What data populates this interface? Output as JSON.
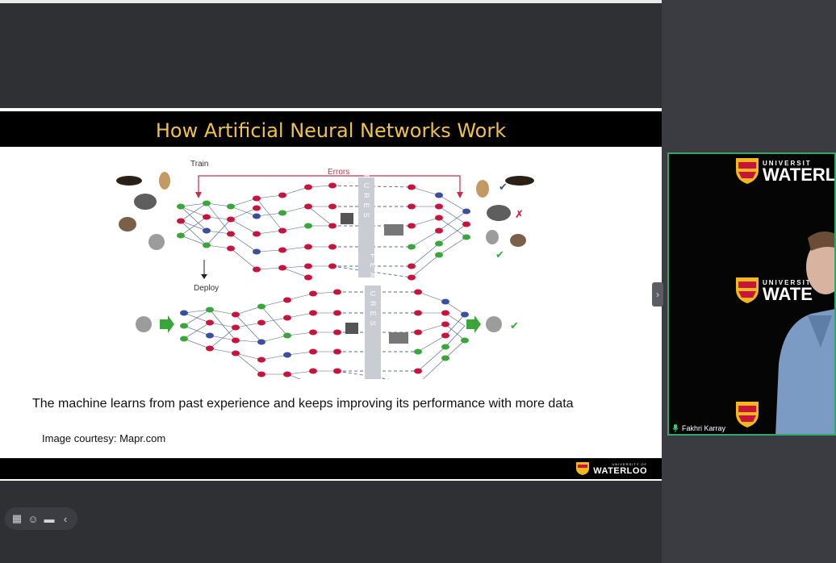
{
  "slide": {
    "title": "How Artificial Neural Networks Work",
    "body_text": "The machine learns from past experience and keeps improving its performance with more data",
    "credit": "Image courtesy: Mapr.com",
    "footer_logo": {
      "uni": "UNIVERSITY OF",
      "name": "WATERLOO"
    }
  },
  "figure": {
    "train_label": "Train",
    "errors_label": "Errors",
    "deploy_label": "Deploy",
    "features_label": "FEATURES"
  },
  "video": {
    "participant_name": "Fakhri Karray",
    "logo_uni": "UNIVERSIT",
    "logo_name": "WATERLO",
    "logo_name_short": "WATE"
  },
  "colors": {
    "title_text": "#f0c24a",
    "active_speaker_border": "#2fa86a",
    "node_red": "#c8143c",
    "node_blue": "#3a4fa0",
    "node_green": "#3aa53a",
    "errors_line": "#c0304a"
  },
  "icons": {
    "collapse": "chevron-right-icon",
    "mic": "mic-icon",
    "grid": "grid-icon",
    "emoji": "emoji-icon",
    "chat": "chat-icon",
    "toolbar_collapse": "chevron-left-icon"
  }
}
